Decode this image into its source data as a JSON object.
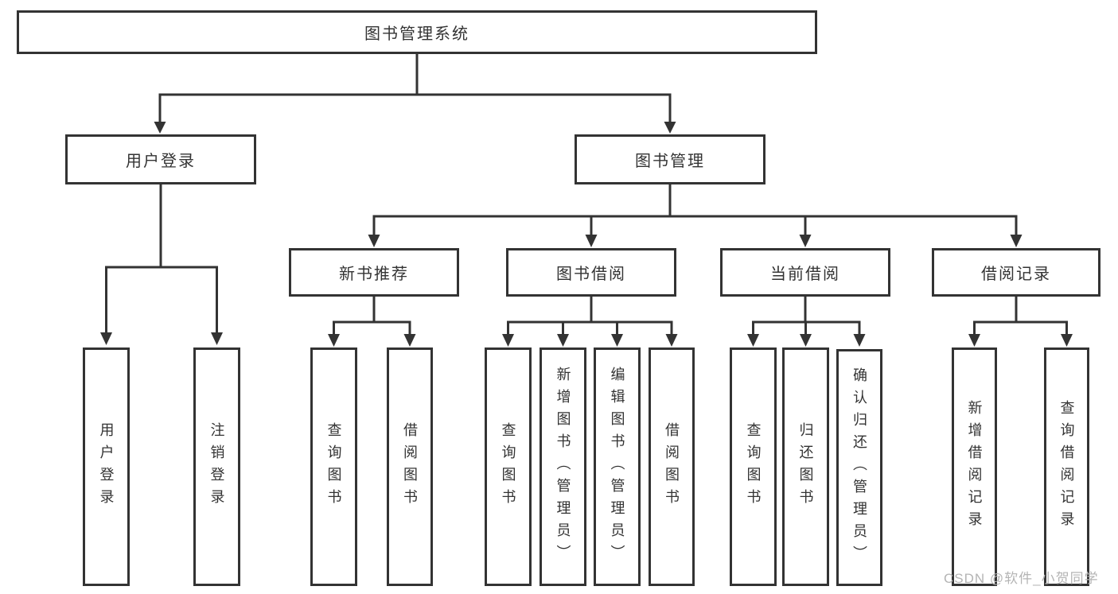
{
  "diagram": {
    "root": {
      "label": "图书管理系统"
    },
    "level1": [
      {
        "label": "用户登录"
      },
      {
        "label": "图书管理"
      }
    ],
    "level2": [
      {
        "label": "新书推荐"
      },
      {
        "label": "图书借阅"
      },
      {
        "label": "当前借阅"
      },
      {
        "label": "借阅记录"
      }
    ],
    "leaves": [
      {
        "label": "用户登录"
      },
      {
        "label": "注销登录"
      },
      {
        "label": "查询图书"
      },
      {
        "label": "借阅图书"
      },
      {
        "label": "查询图书"
      },
      {
        "label": "新增图书（管理员）"
      },
      {
        "label": "编辑图书（管理员）"
      },
      {
        "label": "借阅图书"
      },
      {
        "label": "查询图书"
      },
      {
        "label": "归还图书"
      },
      {
        "label": "确认归还（管理员）"
      },
      {
        "label": "新增借阅记录"
      },
      {
        "label": "查询借阅记录"
      }
    ]
  },
  "watermark": {
    "text": "CSDN @软件_小贺同学"
  },
  "colors": {
    "line": "#333333",
    "text": "#333333",
    "watermark": "#b4b4b4",
    "background": "#ffffff"
  }
}
